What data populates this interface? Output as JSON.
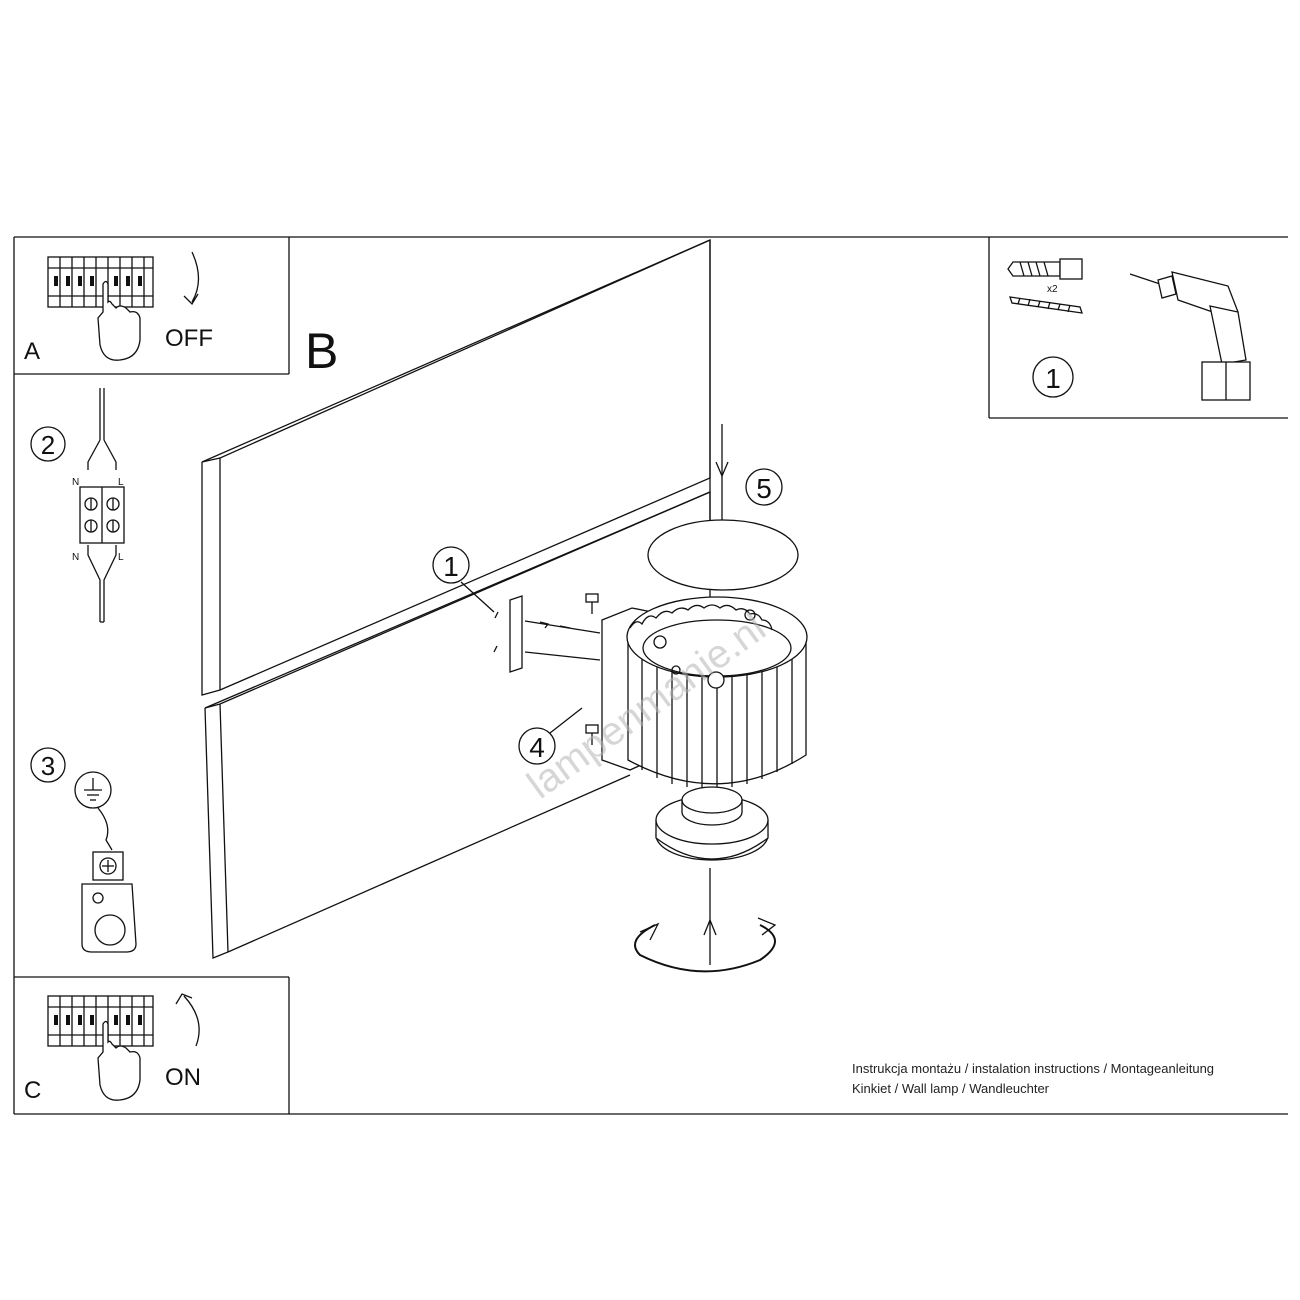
{
  "panels": {
    "a": {
      "letter": "A",
      "switch_label": "OFF"
    },
    "b": {
      "letter": "B"
    },
    "c": {
      "letter": "C",
      "switch_label": "ON"
    }
  },
  "steps": {
    "step2": "2",
    "step3": "3"
  },
  "wiring": {
    "neutral": "N",
    "live": "L"
  },
  "tools": {
    "step": "1",
    "quantity": "x2"
  },
  "callouts": {
    "bracket": "1",
    "screw": "4",
    "shade": "5"
  },
  "watermark": "lampenmanie.nl",
  "footer": {
    "line1": "Instrukcja montażu / instalation instructions / Montageanleitung",
    "line2": "Kinkiet / Wall lamp / Wandleuchter"
  },
  "icons": [
    "fuse-box-icon",
    "hand-icon",
    "arrow-icon",
    "terminal-block-icon",
    "ground-symbol-icon",
    "ground-terminal-icon",
    "wall-plug-icon",
    "screw-icon",
    "drill-icon",
    "rotate-arrow-icon"
  ]
}
